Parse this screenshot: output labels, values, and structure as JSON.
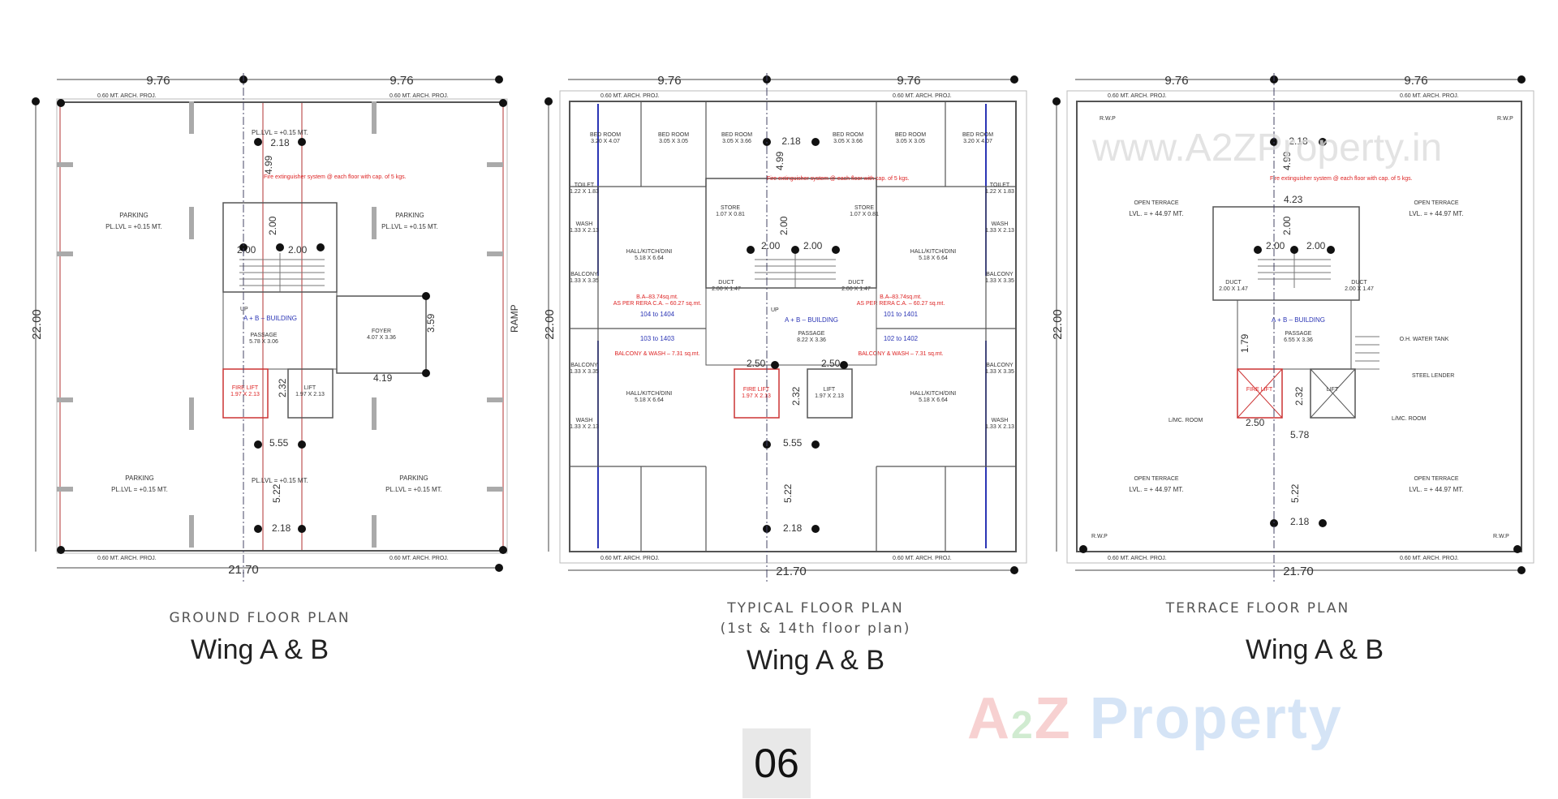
{
  "plans": [
    {
      "caption": "GROUND FLOOR PLAN",
      "caption2": "",
      "wing": "Wing A & B",
      "dims": {
        "top_left": "9.76",
        "top_right": "9.76",
        "height": "22.00",
        "bottom": "21.70",
        "stair_w1": "2.00",
        "stair_w2": "2.00",
        "stair_h": "2.00",
        "top_gap": "2.18",
        "bottom_gap": "2.18",
        "mid_w": "5.55",
        "top_h": "4.99",
        "bottom_h": "5.22",
        "lift_h": "2.32",
        "foyer_h": "3.59",
        "foyer_w": "4.19"
      },
      "labels": {
        "proj_top": "0.60 MT. ARCH. PROJ.",
        "proj_bottom": "0.60 MT. ARCH. PROJ.",
        "parking": "PARKING",
        "pl_lvl": "PL.LVL = +0.15 MT.",
        "building": "A + B – BUILDING",
        "passage": "PASSAGE",
        "passage_dim": "5.78 X 3.06",
        "foyer": "FOYER",
        "foyer_dim": "4.07 X 3.36",
        "fire_lift": "FIRE LIFT",
        "fire_lift_dim": "1.97 X 2.13",
        "lift": "LIFT",
        "lift_dim": "1.97 X 2.13",
        "ramp": "RAMP",
        "up": "UP",
        "fire_note": "Fire extinguisher system @ each floor with cap. of 5 kgs."
      }
    },
    {
      "caption": "TYPICAL FLOOR PLAN",
      "caption2": "(1st & 14th floor plan)",
      "wing": "Wing A & B",
      "dims": {
        "top_left": "9.76",
        "top_right": "9.76",
        "height": "22.00",
        "bottom": "21.70",
        "stair_w1": "2.00",
        "stair_w2": "2.00",
        "stair_h": "2.00",
        "top_gap": "2.18",
        "bottom_gap": "2.18",
        "mid_w": "5.55",
        "top_h": "4.99",
        "bottom_h": "5.22",
        "lift_h": "2.32",
        "lobby_w1": "2.50",
        "lobby_w2": "2.50"
      },
      "labels": {
        "bed_room": "BED ROOM",
        "bed_dim_1": "3.20 X 4.07",
        "bed_dim_2": "3.05 X 3.05",
        "bed_dim_3": "3.05 X 3.66",
        "toilet": "TOILET",
        "toilet_dim": "1.22 X 1.83",
        "wash": "WASH",
        "wash_dim": "1.33 X 2.13",
        "balcony": "BALCONY",
        "balcony_dim": "1.33 X 3.35",
        "hall": "HALL/KITCH/DINI",
        "hall_dim": "5.18 X 6.64",
        "store": "STORE",
        "store_dim": "1.07 X 0.81",
        "duct": "DUCT",
        "duct_dim": "2.00 X 1.47",
        "passage": "PASSAGE",
        "passage_dim": "8.22 X 3.36",
        "building": "A + B – BUILDING",
        "units_1": "104 to 1404",
        "units_2": "103 to 1403",
        "units_3": "101 to 1401",
        "units_4": "102 to 1402",
        "fire_lift": "FIRE LIFT",
        "fire_lift_dim": "1.97 X 2.13",
        "lift": "LIFT",
        "lift_dim": "1.97 X 2.13",
        "up": "UP",
        "area_note_1": "B.A–83.74sq.mt.",
        "area_note_2": "AS PER RERA C.A. – 60.27 sq.mt.",
        "area_note_3": "BALCONY & WASH – 7.31 sq.mt.",
        "proj_top": "0.60 MT. ARCH. PROJ.",
        "proj_bottom": "0.60 MT. ARCH. PROJ.",
        "fire_note": "Fire extinguisher system @ each floor with cap. of 5 kgs."
      }
    },
    {
      "caption": "TERRACE FLOOR PLAN",
      "caption2": "",
      "wing": "Wing A & B",
      "dims": {
        "top_left": "9.76",
        "top_right": "9.76",
        "height": "22.00",
        "bottom": "21.70",
        "stair_w1": "2.00",
        "stair_w2": "2.00",
        "stair_h": "2.00",
        "top_gap": "2.18",
        "bottom_gap": "2.18",
        "mid_w": "5.78",
        "top_h": "4.99",
        "bottom_h": "5.22",
        "lift_h": "2.32",
        "lobby_w": "2.50",
        "side_h": "1.79",
        "top_w": "4.23"
      },
      "labels": {
        "open_terrace": "OPEN TERRACE",
        "lvl": "LVL. = + 44.97 MT.",
        "rwp": "R.W.P",
        "passage": "PASSAGE",
        "passage_dim": "6.55 X 3.36",
        "building": "A + B – BUILDING",
        "oh_tank": "O.H. WATER TANK",
        "steel_ladder": "STEEL LENDER",
        "lmc_room": "L/MC. ROOM",
        "duct": "DUCT",
        "duct_dim": "2.00 X 1.47",
        "fire_lift": "FIRE LIFT",
        "lift": "LIFT",
        "proj_top": "0.60 MT. ARCH. PROJ.",
        "proj_bottom": "0.60 MT. ARCH. PROJ.",
        "fire_note": "Fire extinguisher system @ each floor with cap. of 5 kgs."
      }
    }
  ],
  "page_number": "06",
  "watermark_url": "www.A2ZProperty.in",
  "logo": {
    "text_1": "A",
    "text_2": "2",
    "text_3": "Z",
    "text_4": " Property"
  },
  "colors": {
    "wall": "#555555",
    "column": "#999999",
    "red_line": "#d46a6a",
    "blue_line": "#2b35b5",
    "dot": "#111111",
    "logo_a": "#e35d5d",
    "logo_2": "#5bb85b",
    "logo_z": "#e35d5d",
    "logo_p": "#6aa0e0"
  }
}
